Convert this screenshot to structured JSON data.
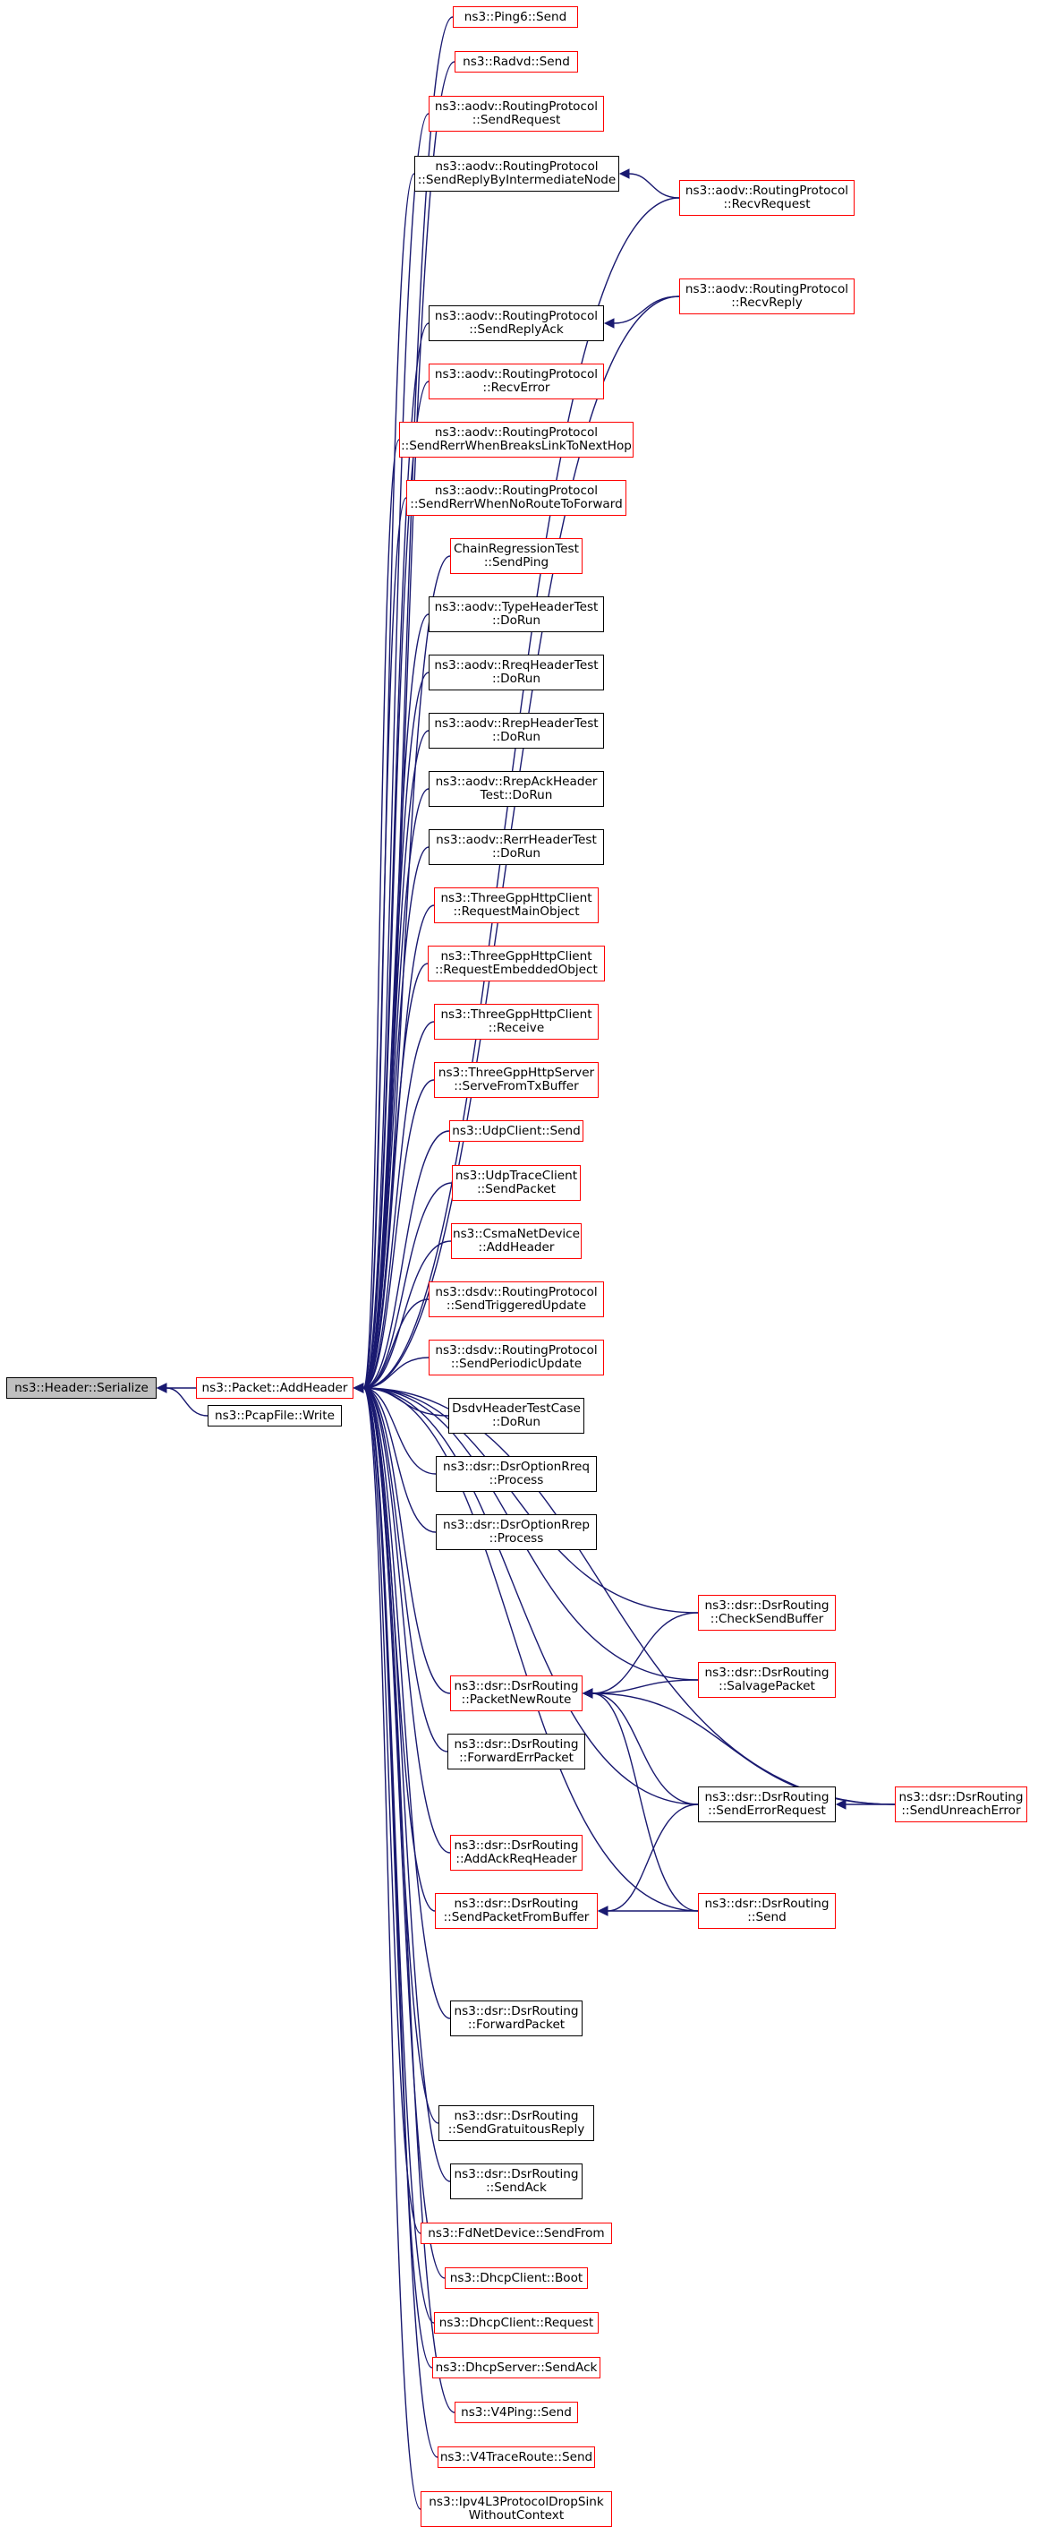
{
  "graph": {
    "title": "",
    "edge_color": "#191970",
    "colors": {
      "root_fill": "#bfbfbf",
      "undocumented_border": "#ff0000",
      "documented_border": "#000000"
    },
    "nodes": [
      {
        "id": "serialize",
        "lines": [
          "ns3::Header::Serialize"
        ],
        "root": true,
        "border": "black"
      },
      {
        "id": "addheader",
        "lines": [
          "ns3::Packet::AddHeader"
        ],
        "border": "red"
      },
      {
        "id": "pcapwrite",
        "lines": [
          "ns3::PcapFile::Write"
        ],
        "border": "black"
      },
      {
        "id": "ping6send",
        "lines": [
          "ns3::Ping6::Send"
        ],
        "border": "red"
      },
      {
        "id": "radvdsend",
        "lines": [
          "ns3::Radvd::Send"
        ],
        "border": "red"
      },
      {
        "id": "aodvsendrequest",
        "lines": [
          "ns3::aodv::RoutingProtocol",
          "::SendRequest"
        ],
        "border": "red"
      },
      {
        "id": "aodvsendreplybyinter",
        "lines": [
          "ns3::aodv::RoutingProtocol",
          "::SendReplyByIntermediateNode"
        ],
        "border": "black"
      },
      {
        "id": "aodvrecvrequest",
        "lines": [
          "ns3::aodv::RoutingProtocol",
          "::RecvRequest"
        ],
        "border": "red"
      },
      {
        "id": "aodvrecvreply",
        "lines": [
          "ns3::aodv::RoutingProtocol",
          "::RecvReply"
        ],
        "border": "red"
      },
      {
        "id": "aodvsendreplyack",
        "lines": [
          "ns3::aodv::RoutingProtocol",
          "::SendReplyAck"
        ],
        "border": "black"
      },
      {
        "id": "aodvrecverror",
        "lines": [
          "ns3::aodv::RoutingProtocol",
          "::RecvError"
        ],
        "border": "red"
      },
      {
        "id": "aodvsendrerrbreaks",
        "lines": [
          "ns3::aodv::RoutingProtocol",
          "::SendRerrWhenBreaksLinkToNextHop"
        ],
        "border": "red"
      },
      {
        "id": "aodvsendrerrnoroute",
        "lines": [
          "ns3::aodv::RoutingProtocol",
          "::SendRerrWhenNoRouteToForward"
        ],
        "border": "red"
      },
      {
        "id": "chainsendping",
        "lines": [
          "ChainRegressionTest",
          "::SendPing"
        ],
        "border": "red"
      },
      {
        "id": "typeheadertest",
        "lines": [
          "ns3::aodv::TypeHeaderTest",
          "::DoRun"
        ],
        "border": "black"
      },
      {
        "id": "rreqheadertest",
        "lines": [
          "ns3::aodv::RreqHeaderTest",
          "::DoRun"
        ],
        "border": "black"
      },
      {
        "id": "rrepheadertest",
        "lines": [
          "ns3::aodv::RrepHeaderTest",
          "::DoRun"
        ],
        "border": "black"
      },
      {
        "id": "rrepackheadertest",
        "lines": [
          "ns3::aodv::RrepAckHeader",
          "Test::DoRun"
        ],
        "border": "black"
      },
      {
        "id": "rerrheadertest",
        "lines": [
          "ns3::aodv::RerrHeaderTest",
          "::DoRun"
        ],
        "border": "black"
      },
      {
        "id": "httpreqmain",
        "lines": [
          "ns3::ThreeGppHttpClient",
          "::RequestMainObject"
        ],
        "border": "red"
      },
      {
        "id": "httpreqembedded",
        "lines": [
          "ns3::ThreeGppHttpClient",
          "::RequestEmbeddedObject"
        ],
        "border": "red"
      },
      {
        "id": "httpreceive",
        "lines": [
          "ns3::ThreeGppHttpClient",
          "::Receive"
        ],
        "border": "red"
      },
      {
        "id": "httpserve",
        "lines": [
          "ns3::ThreeGppHttpServer",
          "::ServeFromTxBuffer"
        ],
        "border": "red"
      },
      {
        "id": "udpclientsend",
        "lines": [
          "ns3::UdpClient::Send"
        ],
        "border": "red"
      },
      {
        "id": "udptracesend",
        "lines": [
          "ns3::UdpTraceClient",
          "::SendPacket"
        ],
        "border": "red"
      },
      {
        "id": "csmaaddheader",
        "lines": [
          "ns3::CsmaNetDevice",
          "::AddHeader"
        ],
        "border": "red"
      },
      {
        "id": "dsdvtriggered",
        "lines": [
          "ns3::dsdv::RoutingProtocol",
          "::SendTriggeredUpdate"
        ],
        "border": "red"
      },
      {
        "id": "dsdvperiodic",
        "lines": [
          "ns3::dsdv::RoutingProtocol",
          "::SendPeriodicUpdate"
        ],
        "border": "red"
      },
      {
        "id": "dsdvheadertest",
        "lines": [
          "DsdvHeaderTestCase",
          "::DoRun"
        ],
        "border": "black"
      },
      {
        "id": "dsrrreqprocess",
        "lines": [
          "ns3::dsr::DsrOptionRreq",
          "::Process"
        ],
        "border": "black"
      },
      {
        "id": "dsrrrepprocess",
        "lines": [
          "ns3::dsr::DsrOptionRrep",
          "::Process"
        ],
        "border": "black"
      },
      {
        "id": "dsrchecksend",
        "lines": [
          "ns3::dsr::DsrRouting",
          "::CheckSendBuffer"
        ],
        "border": "red"
      },
      {
        "id": "dsrsalvage",
        "lines": [
          "ns3::dsr::DsrRouting",
          "::SalvagePacket"
        ],
        "border": "red"
      },
      {
        "id": "dsrpacketnewroute",
        "lines": [
          "ns3::dsr::DsrRouting",
          "::PacketNewRoute"
        ],
        "border": "red"
      },
      {
        "id": "dsrforwarderr",
        "lines": [
          "ns3::dsr::DsrRouting",
          "::ForwardErrPacket"
        ],
        "border": "black"
      },
      {
        "id": "dsrsenderrreq",
        "lines": [
          "ns3::dsr::DsrRouting",
          "::SendErrorRequest"
        ],
        "border": "black"
      },
      {
        "id": "dsrsendunreach",
        "lines": [
          "ns3::dsr::DsrRouting",
          "::SendUnreachError"
        ],
        "border": "red"
      },
      {
        "id": "dsraddackreq",
        "lines": [
          "ns3::dsr::DsrRouting",
          "::AddAckReqHeader"
        ],
        "border": "red"
      },
      {
        "id": "dsrsendfrombuffer",
        "lines": [
          "ns3::dsr::DsrRouting",
          "::SendPacketFromBuffer"
        ],
        "border": "red"
      },
      {
        "id": "dsrsend",
        "lines": [
          "ns3::dsr::DsrRouting",
          "::Send"
        ],
        "border": "red"
      },
      {
        "id": "dsrforwardpacket",
        "lines": [
          "ns3::dsr::DsrRouting",
          "::ForwardPacket"
        ],
        "border": "black"
      },
      {
        "id": "dsrgratuitous",
        "lines": [
          "ns3::dsr::DsrRouting",
          "::SendGratuitousReply"
        ],
        "border": "black"
      },
      {
        "id": "dsrsendack",
        "lines": [
          "ns3::dsr::DsrRouting",
          "::SendAck"
        ],
        "border": "black"
      },
      {
        "id": "fdsendfrom",
        "lines": [
          "ns3::FdNetDevice::SendFrom"
        ],
        "border": "red"
      },
      {
        "id": "dhcpboot",
        "lines": [
          "ns3::DhcpClient::Boot"
        ],
        "border": "red"
      },
      {
        "id": "dhcprequest",
        "lines": [
          "ns3::DhcpClient::Request"
        ],
        "border": "red"
      },
      {
        "id": "dhcpsendack",
        "lines": [
          "ns3::DhcpServer::SendAck"
        ],
        "border": "red"
      },
      {
        "id": "v4pingsend",
        "lines": [
          "ns3::V4Ping::Send"
        ],
        "border": "red"
      },
      {
        "id": "v4tracesend",
        "lines": [
          "ns3::V4TraceRoute::Send"
        ],
        "border": "red"
      },
      {
        "id": "ipv4l3dropsink",
        "lines": [
          "ns3::Ipv4L3ProtocolDropSink",
          "WithoutContext"
        ],
        "border": "red"
      }
    ],
    "edges": [
      [
        "addheader",
        "serialize"
      ],
      [
        "pcapwrite",
        "serialize"
      ],
      [
        "ping6send",
        "addheader"
      ],
      [
        "radvdsend",
        "addheader"
      ],
      [
        "aodvsendrequest",
        "addheader"
      ],
      [
        "aodvsendreplybyinter",
        "addheader"
      ],
      [
        "aodvrecvrequest",
        "aodvsendreplybyinter"
      ],
      [
        "aodvrecvrequest",
        "addheader"
      ],
      [
        "aodvrecvreply",
        "addheader"
      ],
      [
        "aodvsendreplyack",
        "addheader"
      ],
      [
        "aodvrecvreply",
        "aodvsendreplyack"
      ],
      [
        "aodvrecverror",
        "addheader"
      ],
      [
        "aodvsendrerrbreaks",
        "addheader"
      ],
      [
        "aodvsendrerrnoroute",
        "addheader"
      ],
      [
        "chainsendping",
        "addheader"
      ],
      [
        "typeheadertest",
        "addheader"
      ],
      [
        "rreqheadertest",
        "addheader"
      ],
      [
        "rrepheadertest",
        "addheader"
      ],
      [
        "rrepackheadertest",
        "addheader"
      ],
      [
        "rerrheadertest",
        "addheader"
      ],
      [
        "httpreqmain",
        "addheader"
      ],
      [
        "httpreqembedded",
        "addheader"
      ],
      [
        "httpreceive",
        "addheader"
      ],
      [
        "httpserve",
        "addheader"
      ],
      [
        "udpclientsend",
        "addheader"
      ],
      [
        "udptracesend",
        "addheader"
      ],
      [
        "csmaaddheader",
        "addheader"
      ],
      [
        "dsdvtriggered",
        "addheader"
      ],
      [
        "dsdvperiodic",
        "addheader"
      ],
      [
        "dsdvheadertest",
        "addheader"
      ],
      [
        "dsrrreqprocess",
        "addheader"
      ],
      [
        "dsrrrepprocess",
        "addheader"
      ],
      [
        "dsrchecksend",
        "addheader"
      ],
      [
        "dsrsalvage",
        "addheader"
      ],
      [
        "dsrpacketnewroute",
        "addheader"
      ],
      [
        "dsrchecksend",
        "dsrpacketnewroute"
      ],
      [
        "dsrsalvage",
        "dsrpacketnewroute"
      ],
      [
        "dsrsenderrreq",
        "dsrpacketnewroute"
      ],
      [
        "dsrsendunreach",
        "dsrpacketnewroute"
      ],
      [
        "dsrsend",
        "dsrpacketnewroute"
      ],
      [
        "dsrforwarderr",
        "addheader"
      ],
      [
        "dsrsenderrreq",
        "addheader"
      ],
      [
        "dsrsendunreach",
        "dsrsenderrreq"
      ],
      [
        "dsraddackreq",
        "addheader"
      ],
      [
        "dsrsendfrombuffer",
        "addheader"
      ],
      [
        "dsrsenderrreq",
        "dsrsendfrombuffer"
      ],
      [
        "dsrsend",
        "dsrsendfrombuffer"
      ],
      [
        "dsrsend",
        "addheader"
      ],
      [
        "dsrforwardpacket",
        "addheader"
      ],
      [
        "dsrsendunreach",
        "addheader"
      ],
      [
        "dsrgratuitous",
        "addheader"
      ],
      [
        "dsrsendack",
        "addheader"
      ],
      [
        "fdsendfrom",
        "addheader"
      ],
      [
        "dhcpboot",
        "addheader"
      ],
      [
        "dhcprequest",
        "addheader"
      ],
      [
        "dhcpsendack",
        "addheader"
      ],
      [
        "v4pingsend",
        "addheader"
      ],
      [
        "v4tracesend",
        "addheader"
      ],
      [
        "ipv4l3dropsink",
        "addheader"
      ]
    ]
  }
}
